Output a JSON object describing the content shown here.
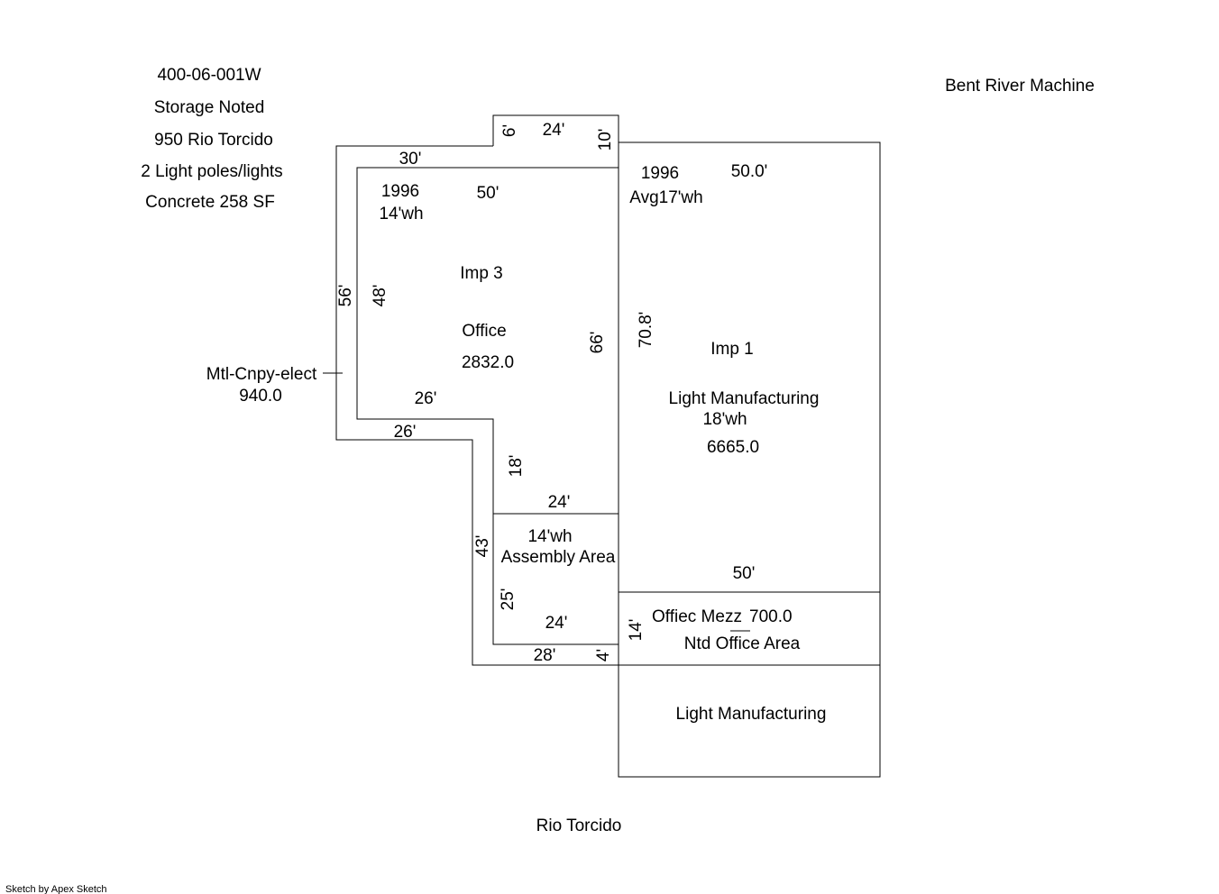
{
  "header": {
    "parcel_id": "400-06-001W",
    "note_storage": "Storage Noted",
    "address": "950 Rio Torcido",
    "note_lights": "2 Light poles/lights",
    "note_concrete": "Concrete 258 SF",
    "owner": "Bent River Machine"
  },
  "street": "Rio Torcido",
  "footer": "Sketch by Apex Sketch",
  "canopy": {
    "label": "Mtl-Cnpy-elect",
    "area": "940.0"
  },
  "office": {
    "year": "1996",
    "wall_height": "14'wh",
    "imp": "Imp 3",
    "use": "Office",
    "area": "2832.0"
  },
  "manufacturing": {
    "year": "1996",
    "wall_height": "Avg17'wh",
    "width_label": "50.0'",
    "imp": "Imp 1",
    "use": "Light Manufacturing",
    "wall_height_2": "18'wh",
    "area": "6665.0"
  },
  "assembly": {
    "wall_height": "14'wh",
    "use": "Assembly Area"
  },
  "mezzanine": {
    "label": "Offiec Mezz",
    "area": "700.0",
    "use": "Ntd Office Area"
  },
  "lower_section": {
    "use": "Light Manufacturing"
  },
  "dimensions": {
    "d6": "6'",
    "d24_top": "24'",
    "d10": "10'",
    "d30": "30'",
    "d50_office": "50'",
    "d56": "56'",
    "d48": "48'",
    "d66": "66'",
    "d70_8": "70.8'",
    "d26_inner": "26'",
    "d26_outer": "26'",
    "d18": "18'",
    "d24_mid": "24'",
    "d43": "43'",
    "d25": "25'",
    "d24_low": "24'",
    "d14": "14'",
    "d28": "28'",
    "d4": "4'",
    "d50_mezz": "50'"
  }
}
